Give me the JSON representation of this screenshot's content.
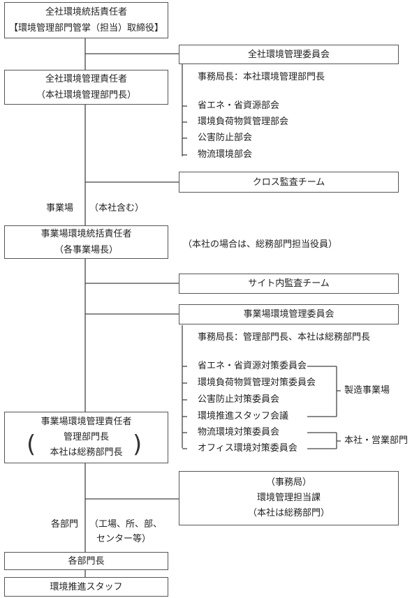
{
  "top": {
    "line1": "全社環境統括責任者",
    "line2": "【環境管理部門管掌（担当）取締役】"
  },
  "company_manager": {
    "line1": "全社環境管理責任者",
    "line2": "（本社環境管理部門長）"
  },
  "company_committee": {
    "title": "全社環境管理委員会",
    "secretariat": "事務局長：本社環境管理部門長",
    "subcommittees": [
      "省エネ・省資源部会",
      "環境負荷物質管理部会",
      "公害防止部会",
      "物流環境部会"
    ]
  },
  "cross_audit": "クロス監査チーム",
  "site_label": "事業場",
  "site_label_note": "（本社含む）",
  "site_supervisor": {
    "line1": "事業場環境統括責任者",
    "line2": "（各事業場長）",
    "note": "（本社の場合は、総務部門担当役員）"
  },
  "site_audit": "サイト内監査チーム",
  "site_committee": {
    "title": "事業場環境管理委員会",
    "secretariat": "事務局長：管理部門長、本社は総務部門長",
    "group1_items": [
      "省エネ・省資源対策委員会",
      "環境負荷物質管理対策委員会",
      "公害防止対策委員会",
      "環境推進スタッフ会議"
    ],
    "group1_label": "製造事業場",
    "group2_items": [
      "物流環境対策委員会",
      "オフィス環境対策委員会"
    ],
    "group2_label": "本社・営業部門"
  },
  "site_manager": {
    "line1": "事業場環境管理責任者",
    "line2": "管理部門長",
    "line3": "本社は総務部門長"
  },
  "secretariat_box": {
    "line1": "（事務局）",
    "line2": "環境管理担当課",
    "line3": "（本社は総務部門）"
  },
  "dept_label": "各部門",
  "dept_note_line1": "（工場、所、部、",
  "dept_note_line2": "センター等）",
  "dept_head": "各部門長",
  "staff": "環境推進スタッフ"
}
